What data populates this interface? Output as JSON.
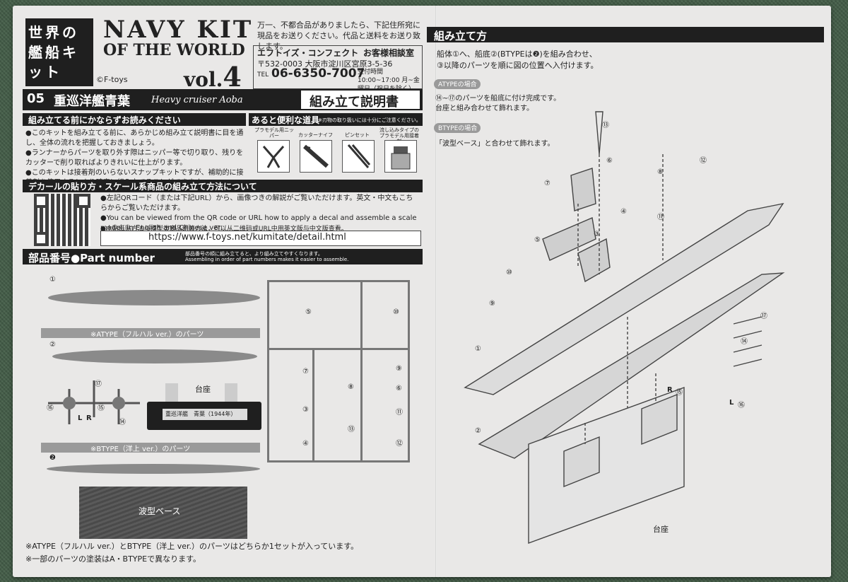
{
  "header": {
    "series_jp": "世界の艦船キット",
    "logo_line1": "NAVY KIT",
    "logo_line2": "OF THE WORLD",
    "vol": "vol.",
    "vol_num": "4",
    "copyright": "©F-toys",
    "notice": "万一、不都合品がありましたら、下記住所宛に現品をお送りください。代品と送料をお送り致します。",
    "company": "エフトイズ・コンフェクト",
    "desk": "お客様相談室",
    "address": "〒532-0003 大阪市淀川区宮原3-5-36",
    "tel_prefix": "TEL",
    "tel": "06-6350-7007",
    "hours": "受付時間 10:00~17:00 月~金曜日（祝日を除く）"
  },
  "kit": {
    "number": "05",
    "name": "重巡洋艦青葉",
    "name_en": "Heavy cruiser Aoba",
    "manual": "組み立て説明書"
  },
  "notes": {
    "title": "組み立てる前にかならずお読みください",
    "items": [
      "●このキットを組み立てる前に、あらかじめ組み立て説明書に目を通し、全体の流れを把握しておきましょう。",
      "●ランナーからパーツを取り外す際はニッパー等で切り取り、残りをカッターで削り取ればよりきれいに仕上がります。",
      "●このキットは接着剤のいらないスナップキットですが、補助的に接着剤を使用するとより確実に組み立てることができます。"
    ]
  },
  "tools": {
    "title": "あると便利な道具",
    "warning": "※刃物の取り扱いには十分にご注意ください。",
    "items": [
      "プラモデル用ニッパー",
      "カッターナイフ",
      "ピンセット",
      "流し込みタイプのプラモデル用接着剤"
    ]
  },
  "decal": {
    "title": "デカールの貼り方・スケール系商品の組み立て方法について",
    "text_jp": "●左記QRコード（または下記URL）から、画像つきの解説がご覧いただけます。英文・中文もこちらからご覧いただけます。",
    "text_en": "●You can be viewed from the QR code or URL how to apply a decal and assemble a scale model, in English and Chinese ver.",
    "text_cn": "●水贴纸贴方法与模型类商品组装方法，可以从二维码或URL中用英文版与中文版查看。",
    "url": "https://www.f-toys.net/kumitate/detail.html"
  },
  "parts": {
    "title": "部品番号●Part number",
    "note_jp": "部品番号の順に組み立てると、より組み立てやすくなります。",
    "note_en": "Assembling in order of part numbers makes it easier to assemble.",
    "type_a": "※ATYPE（フルハル ver.）のパーツ",
    "type_b": "※BTYPE（洋上 ver.）のパーツ",
    "stand_label": "台座",
    "plate_text": "重巡洋艦　青葉（1944年）",
    "wave_label": "波型ベース",
    "footer1": "※ATYPE（フルハル ver.）とBTYPE（洋上 ver.）のパーツはどちらか1セットが入っています。",
    "footer2": "※一部のパーツの塗装はA・BTYPEで異なります。",
    "num1": "①",
    "num2": "②",
    "num3": "❷",
    "runner_nums": [
      "⑤",
      "⑩",
      "⑦",
      "③",
      "④",
      "⑧",
      "⑬",
      "⑨",
      "⑥",
      "⑪",
      "⑫"
    ],
    "sprue_nums": [
      "⑰",
      "⑯",
      "⑮",
      "⑭",
      "L",
      "R"
    ]
  },
  "assembly": {
    "title": "組み立て方",
    "step1": "船体①へ、船底②(BTYPEは❷)を組み合わせ、",
    "step2": "③以降のパーツを順に図の位置へ入付けます。",
    "a_head": "ATYPEの場合",
    "a_text1": "⑭~⑰のパーツを船底に付け完成です。",
    "a_text2": "台座と組み合わせて飾れます。",
    "b_head": "BTYPEの場合",
    "b_text": "「波型ベース」と合わせて飾れます。",
    "stand_label": "台座",
    "callouts": [
      "⑬",
      "⑦",
      "⑥",
      "⑧",
      "⑫",
      "⑤",
      "④",
      "③",
      "⑪",
      "⑩",
      "⑨",
      "①",
      "②",
      "⑰",
      "⑭",
      "⑮",
      "⑯",
      "R",
      "L"
    ]
  },
  "colors": {
    "bar": "#1f1f1f",
    "paper": "#e9e8e7",
    "felt": "#46604a"
  }
}
